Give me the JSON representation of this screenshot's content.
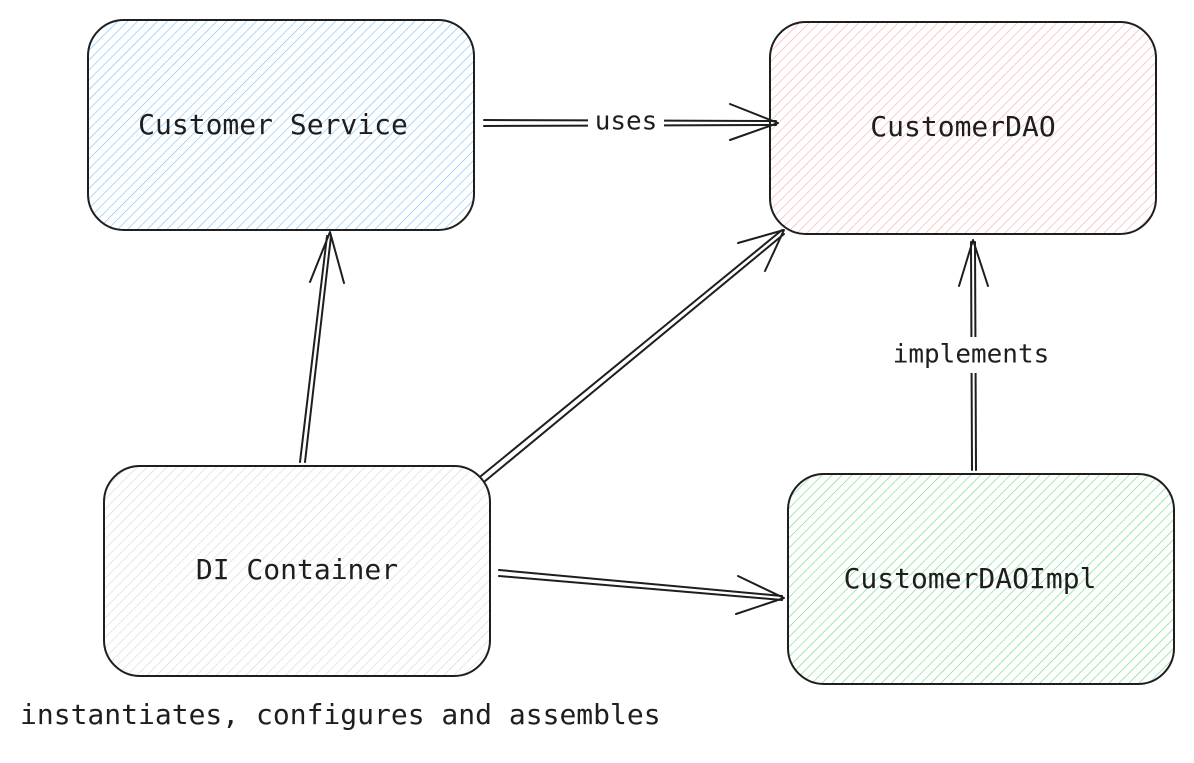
{
  "nodes": {
    "customer_service": {
      "label": "Customer Service",
      "color": "#a5d8ff"
    },
    "customer_dao": {
      "label": "CustomerDAO",
      "color": "#ffc9c9"
    },
    "di_container": {
      "label": "DI Container",
      "color": "#e9ecef"
    },
    "customer_dao_impl": {
      "label": "CustomerDAOImpl",
      "color": "#b2f2bb"
    }
  },
  "edges": {
    "uses": {
      "label": "uses"
    },
    "implements": {
      "label": "implements"
    }
  },
  "footnote": "instantiates, configures and assembles"
}
